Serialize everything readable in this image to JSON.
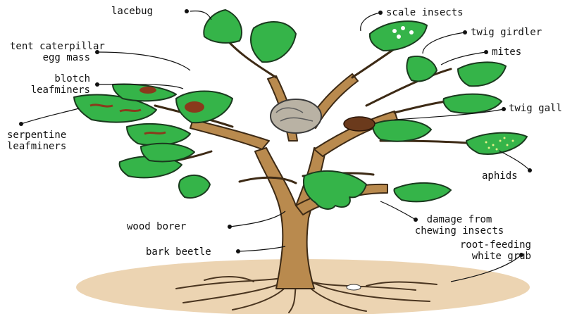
{
  "labels": {
    "lacebug": "lacebug",
    "tent_caterpillar_1": "tent caterpillar",
    "tent_caterpillar_2": "egg mass",
    "blotch_1": "blotch",
    "blotch_2": "leafminers",
    "serpentine_1": "serpentine",
    "serpentine_2": "leafminers",
    "wood_borer": "wood borer",
    "bark_beetle": "bark beetle",
    "scale_insects": "scale insects",
    "twig_girdler": "twig girdler",
    "mites": "mites",
    "twig_gall": "twig gall",
    "aphids": "aphids",
    "damage_1": "damage from",
    "damage_2": "chewing insects",
    "grub_1": "root-feeding",
    "grub_2": "white grub"
  },
  "colors": {
    "leaf": "#35b449",
    "leaf_outline": "#1a3a1e",
    "trunk": "#b98a4e",
    "soil": "#ecd4b2",
    "gall": "#6b3a1c",
    "egg_mass": "#b9b2a4"
  }
}
